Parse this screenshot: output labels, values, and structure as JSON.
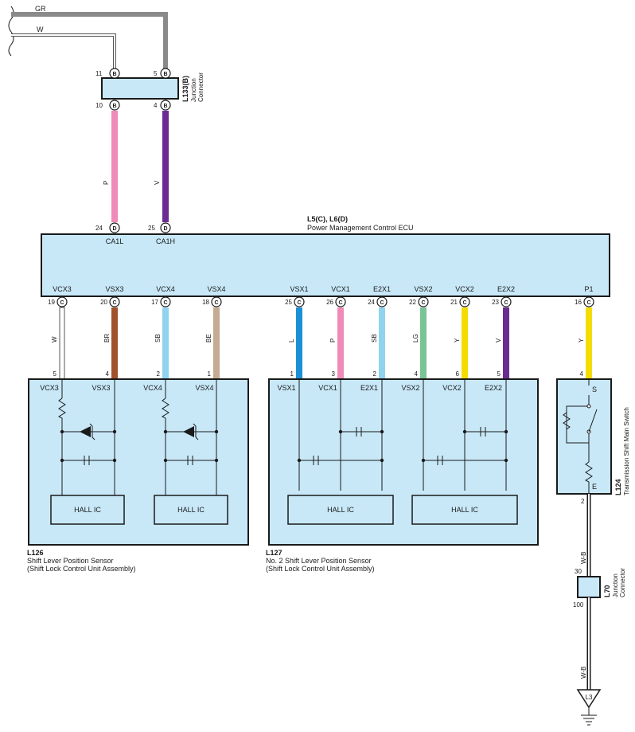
{
  "top_wires": [
    {
      "name": "GR",
      "color": "#8a8a8a"
    },
    {
      "name": "W",
      "color": "#ffffff"
    }
  ],
  "junction_top": {
    "id": "L133(B)",
    "label": "Junction Connector",
    "pins": [
      {
        "num": "11",
        "letter": "B"
      },
      {
        "num": "5",
        "letter": "B"
      },
      {
        "num": "10",
        "letter": "B"
      },
      {
        "num": "4",
        "letter": "B"
      }
    ]
  },
  "can_wires": [
    {
      "color_code": "P",
      "color": "#f08ab8"
    },
    {
      "color_code": "V",
      "color": "#6a2c91"
    }
  ],
  "ecu": {
    "id": "L5(C), L6(D)",
    "name": "Power Management Control ECU",
    "top_pins": [
      {
        "num": "24",
        "letter": "D",
        "terminal": "CA1L"
      },
      {
        "num": "25",
        "letter": "D",
        "terminal": "CA1H"
      }
    ],
    "bottom_pins": [
      {
        "terminal": "VCX3",
        "num": "19",
        "letter": "C",
        "wire": "W",
        "color": "#ffffff",
        "sensor_pin": "5"
      },
      {
        "terminal": "VSX3",
        "num": "20",
        "letter": "C",
        "wire": "BR",
        "color": "#a0522d",
        "sensor_pin": "4"
      },
      {
        "terminal": "VCX4",
        "num": "17",
        "letter": "C",
        "wire": "SB",
        "color": "#8fd3f0",
        "sensor_pin": "2"
      },
      {
        "terminal": "VSX4",
        "num": "18",
        "letter": "C",
        "wire": "BE",
        "color": "#c4ab91",
        "sensor_pin": "1"
      },
      {
        "terminal": "VSX1",
        "num": "25",
        "letter": "C",
        "wire": "L",
        "color": "#1d8fd6",
        "sensor_pin": "1"
      },
      {
        "terminal": "VCX1",
        "num": "26",
        "letter": "C",
        "wire": "P",
        "color": "#f08ab8",
        "sensor_pin": "3"
      },
      {
        "terminal": "E2X1",
        "num": "24",
        "letter": "C",
        "wire": "SB",
        "color": "#8fd3f0",
        "sensor_pin": "2"
      },
      {
        "terminal": "VSX2",
        "num": "22",
        "letter": "C",
        "wire": "LG",
        "color": "#79c495",
        "sensor_pin": "4"
      },
      {
        "terminal": "VCX2",
        "num": "21",
        "letter": "C",
        "wire": "Y",
        "color": "#f4dc00",
        "sensor_pin": "6"
      },
      {
        "terminal": "E2X2",
        "num": "23",
        "letter": "C",
        "wire": "V",
        "color": "#6a2c91",
        "sensor_pin": "5"
      },
      {
        "terminal": "P1",
        "num": "16",
        "letter": "C",
        "wire": "Y",
        "color": "#f4dc00",
        "sensor_pin": "4"
      }
    ]
  },
  "sensor_l126": {
    "id": "L126",
    "name": "Shift Lever Position Sensor",
    "subname": "(Shift Lock Control Unit Assembly)",
    "terminals": [
      "VCX3",
      "VSX3",
      "VCX4",
      "VSX4"
    ],
    "hall_label": "HALL IC"
  },
  "sensor_l127": {
    "id": "L127",
    "name": "No. 2 Shift Lever Position Sensor",
    "subname": "(Shift Lock Control Unit Assembly)",
    "terminals": [
      "VSX1",
      "VCX1",
      "E2X1",
      "VSX2",
      "VCX2",
      "E2X2"
    ],
    "hall_label": "HALL IC"
  },
  "switch_l124": {
    "id": "L124",
    "name": "Transmission Shift Main Switch",
    "terminal_s": "S",
    "terminal_e": "E",
    "out_pin": "2"
  },
  "ground_wire": {
    "color_code": "W-B"
  },
  "junction_l70": {
    "id": "L70",
    "label": "Junction Connector",
    "pin_in": "30",
    "pin_out": "100"
  },
  "ground": {
    "id": "L3"
  }
}
